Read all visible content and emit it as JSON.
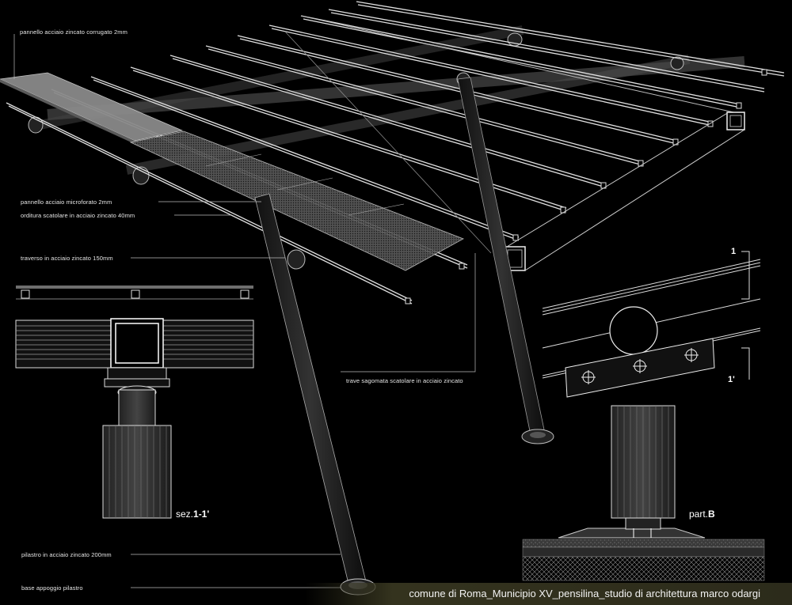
{
  "labels": {
    "corrugated_panel": "pannello acciaio zincato corrugato 2mm",
    "perforated_panel": "pannello acciaio microforato 2mm",
    "box_frame": "orditura scatolare in acciaio zincato 40mm",
    "crossbeam": "traverso in acciaio zincato 150mm",
    "shaped_beam": "trave sagomata scatolare in acciaio zincato",
    "pillar": "pilastro in acciaio zincato 200mm",
    "pillar_base": "base appoggio pilastro"
  },
  "section": {
    "prefix": "sez.",
    "id": "1-1'"
  },
  "detail": {
    "prefix": "part.",
    "id": "B"
  },
  "markers": {
    "top": "1",
    "bottom": "1'"
  },
  "footer": "comune di Roma_Municipio XV_pensilina_studio di architettura marco odargi"
}
